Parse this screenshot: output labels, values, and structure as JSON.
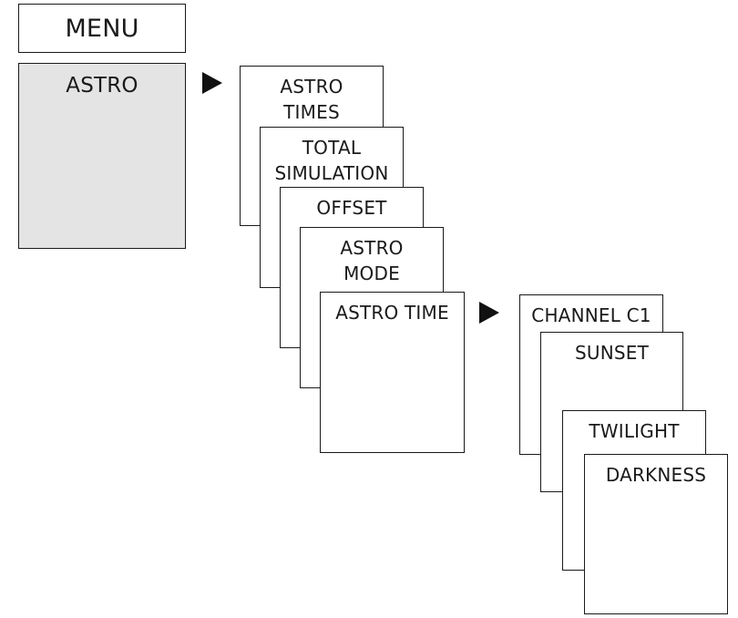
{
  "menu": {
    "title": "MENU"
  },
  "level1": {
    "label": "ASTRO"
  },
  "level2": {
    "cards": [
      {
        "line1": "ASTRO",
        "line2": "TIMES"
      },
      {
        "line1": "TOTAL",
        "line2": "SIMULATION"
      },
      {
        "line1": "OFFSET",
        "line2": ""
      },
      {
        "line1": "ASTRO",
        "line2": "MODE"
      },
      {
        "line1": "ASTRO TIME",
        "line2": ""
      }
    ]
  },
  "level3": {
    "cards": [
      {
        "line1": "CHANNEL C1"
      },
      {
        "line1": "SUNSET"
      },
      {
        "line1": "TWILIGHT"
      },
      {
        "line1": "DARKNESS"
      }
    ]
  },
  "icons": {
    "arrow1": "play-arrow-icon",
    "arrow2": "play-arrow-icon"
  },
  "colors": {
    "selected_fill": "#e4e4e4",
    "border": "#1a1a1a"
  }
}
